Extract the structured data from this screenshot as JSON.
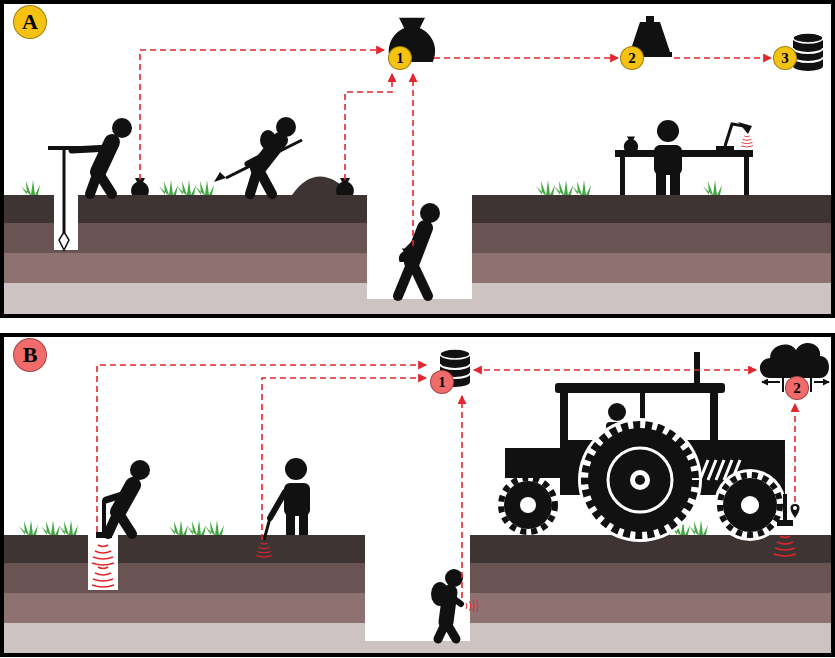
{
  "diagram": {
    "nodes": [
      {
        "text": [
          "A"
        ]
      },
      {
        "text": [
          "1"
        ]
      },
      {
        "text": [
          "2"
        ]
      },
      {
        "text": [
          "3"
        ]
      },
      {
        "text": [
          "B"
        ]
      },
      {
        "text": [
          "1"
        ]
      },
      {
        "text": [
          "2"
        ]
      }
    ],
    "edges": [
      {
        "from": 1,
        "to": 2,
        "arrow": "to"
      },
      {
        "from": 2,
        "to": 3,
        "arrow": "to"
      },
      {
        "from": 5,
        "to": 6,
        "arrow": "both"
      }
    ]
  }
}
